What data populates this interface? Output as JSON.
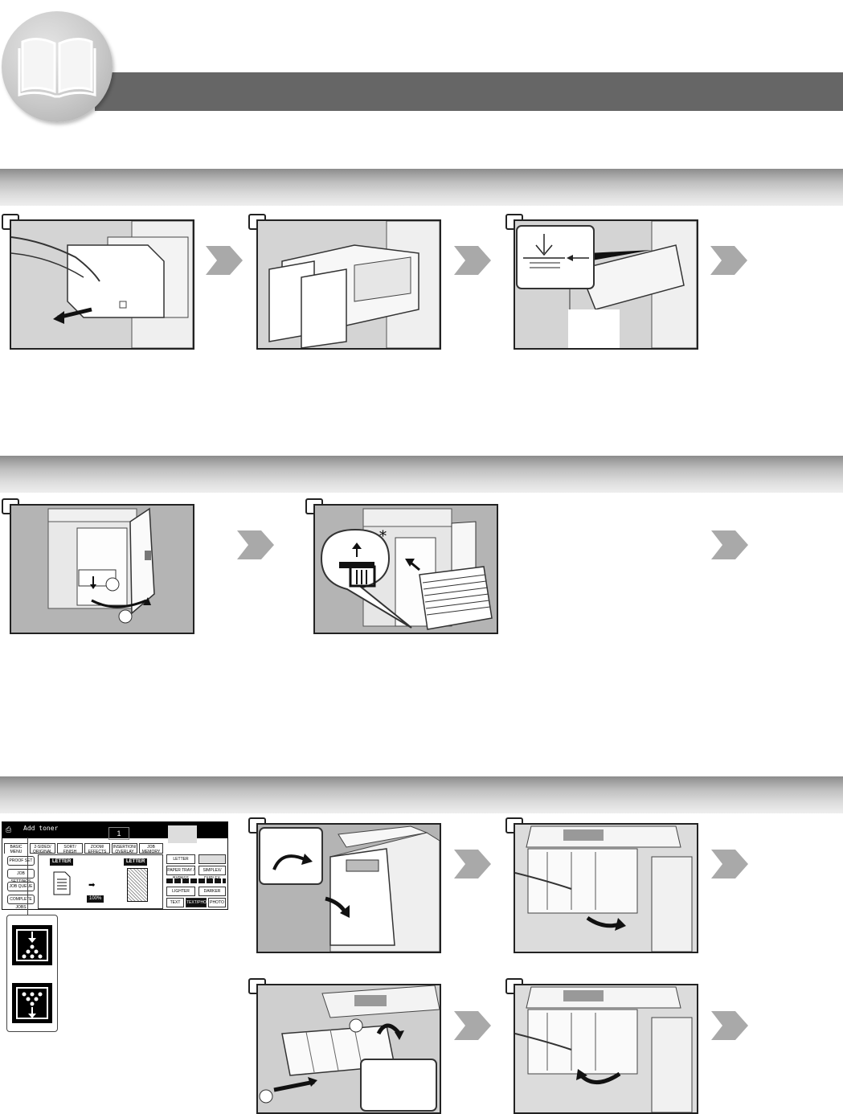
{
  "screen": {
    "message": "Add toner",
    "copy_count": "1",
    "tabs": [
      "BASIC MENU",
      "2-SIDED/ ORIGINAL",
      "SORT/ FINISH",
      "ZOOM/ EFFECTS",
      "INSERTION/ OVERLAY",
      "JOB MEMORY"
    ],
    "side_buttons": [
      "PROOF SET",
      "JOB SETTINGS",
      "JOB QUEUE",
      "COMPLETE JOBS"
    ],
    "original_size": "LETTER",
    "copy_size": "LETTER",
    "zoom": "100%",
    "right_buttons": {
      "paper": "LETTER",
      "paper_tray": "PAPER TRAY / BYPASS",
      "job": "SIMPLEX/ DUPLEX",
      "lighter": "LIGHTER",
      "darker": "DARKER",
      "modes": [
        "TEXT",
        "TEXT/PHOTO",
        "PHOTO"
      ]
    }
  },
  "panel2": {
    "asterisk": "*"
  },
  "colors": {
    "header_bar": "#666666",
    "panel_bg": "#e2e2e2",
    "arrow": "#a9a9a9"
  }
}
